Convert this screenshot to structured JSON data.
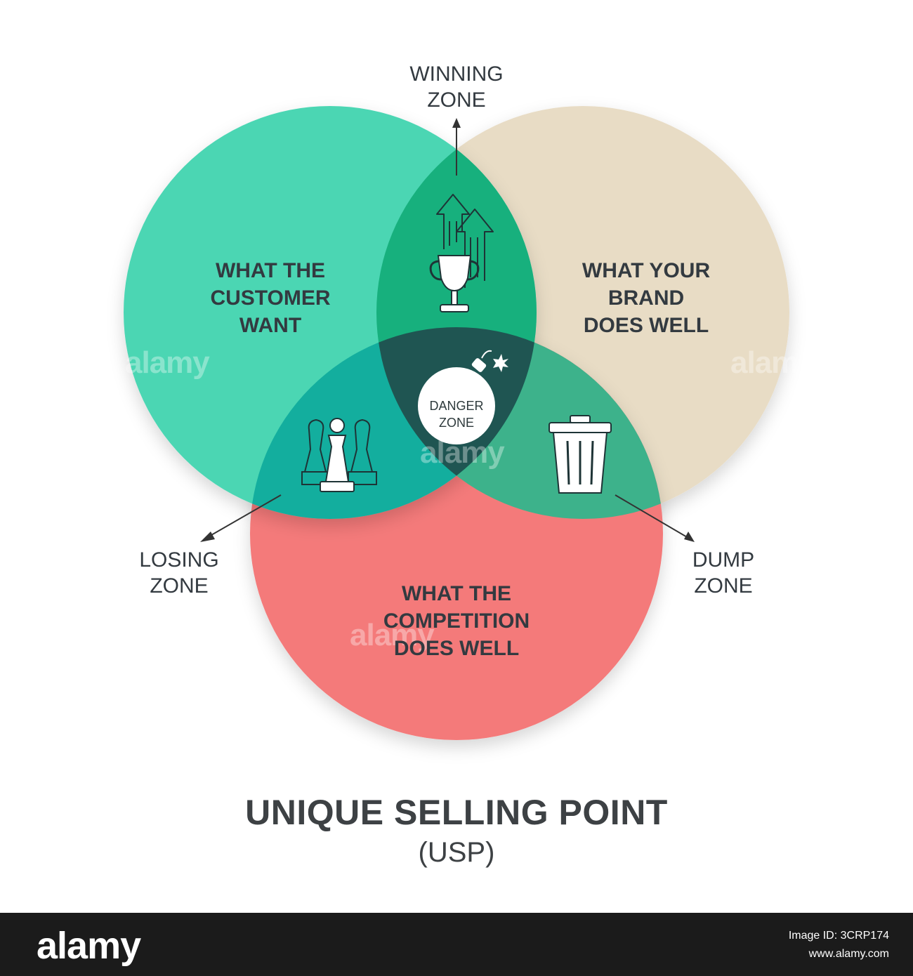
{
  "diagram": {
    "winning_zone": "WINNING\nZONE",
    "losing_zone": "LOSING\nZONE",
    "dump_zone": "DUMP\nZONE",
    "danger_zone": "DANGER\nZONE",
    "circle_customer": "WHAT THE\nCUSTOMER\nWANT",
    "circle_brand": "WHAT YOUR\nBRAND\nDOES WELL",
    "circle_competition": "WHAT THE\nCOMPETITION\nDOES WELL",
    "colors": {
      "customer": "#4cd6b3",
      "brand": "#e8dcc5",
      "competition": "#f47a7a",
      "winning": "#17b07d",
      "losing": "#13ae9e",
      "dump": "#3db28b",
      "danger": "#1f5552"
    },
    "icons": [
      "arrows-up-icon",
      "trophy-icon",
      "bomb-icon",
      "chess-pieces-icon",
      "trash-can-icon"
    ]
  },
  "title": "UNIQUE SELLING POINT",
  "subtitle": "(USP)",
  "watermark": "alamy",
  "footer": {
    "logo": "alamy",
    "image_id": "Image ID: 3CRP174",
    "site": "www.alamy.com"
  }
}
